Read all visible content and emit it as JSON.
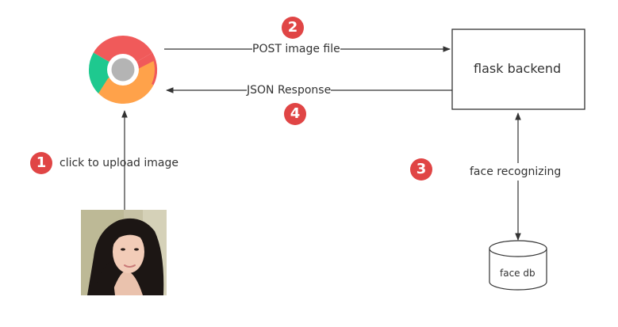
{
  "colors": {
    "badge": "#e04545",
    "line": "#333333",
    "chrome_red": "#f05a5a",
    "chrome_green": "#1ec98f",
    "chrome_orange": "#ffa24a",
    "chrome_center": "#b4b4b4"
  },
  "icons": {
    "browser": "chrome-browser-icon",
    "photo": "portrait-photo"
  },
  "steps": [
    {
      "number": "1",
      "label": "click to upload image"
    },
    {
      "number": "2",
      "label": "POST image file"
    },
    {
      "number": "3",
      "label": "face recognizing"
    },
    {
      "number": "4",
      "label": "JSON Response"
    }
  ],
  "nodes": {
    "backend": "flask backend",
    "database": "face db"
  }
}
